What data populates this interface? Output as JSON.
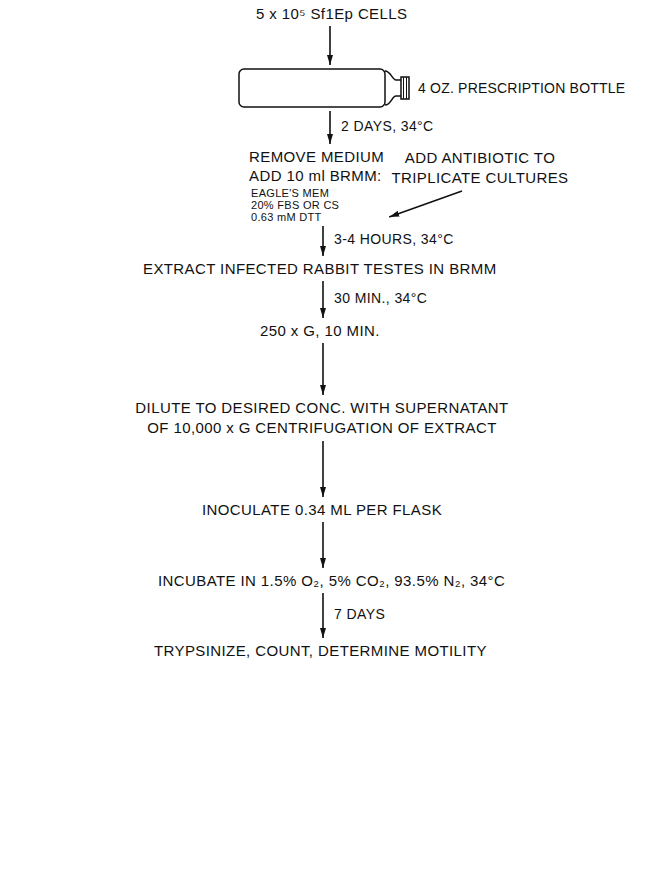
{
  "diagram": {
    "nodes": [
      {
        "text": [
          "5 x 10⁵ Sf1Ep CELLS"
        ]
      },
      {
        "text": [
          "4 OZ. PRESCRIPTION BOTTLE"
        ]
      },
      {
        "text": [
          "REMOVE MEDIUM",
          "ADD 10 ml BRMM:",
          "EAGLE'S MEM",
          "20% FBS OR CS",
          "0.63 mM DTT"
        ]
      },
      {
        "text": [
          "ADD ANTIBIOTIC TO TRIPLICATE CULTURES"
        ]
      },
      {
        "text": [
          "EXTRACT INFECTED RABBIT TESTES IN BRMM"
        ]
      },
      {
        "text": [
          "250 x G, 10 MIN."
        ]
      },
      {
        "text": [
          "DILUTE TO DESIRED CONC. WITH SUPERNATANT OF 10,000 x G CENTRIFUGATION OF EXTRACT"
        ]
      },
      {
        "text": [
          "INOCULATE 0.34 ML PER FLASK"
        ]
      },
      {
        "text": [
          "INCUBATE IN 1.5% O₂, 5% CO₂, 93.5% N₂, 34°C"
        ]
      },
      {
        "text": [
          "TRYPSINIZE, COUNT, DETERMINE MOTILITY"
        ]
      }
    ],
    "edges": [
      {
        "from": 0,
        "to": 1,
        "arrow": "to"
      },
      {
        "from": 1,
        "to": 2,
        "label": "2 DAYS, 34°C",
        "arrow": "to"
      },
      {
        "from": 3,
        "to": 2,
        "arrow": "to"
      },
      {
        "from": 2,
        "to": 4,
        "label": "3-4 HOURS, 34°C",
        "arrow": "to"
      },
      {
        "from": 4,
        "to": 5,
        "label": "30 MIN., 34°C",
        "arrow": "to"
      },
      {
        "from": 5,
        "to": 6,
        "arrow": "to"
      },
      {
        "from": 6,
        "to": 7,
        "arrow": "to"
      },
      {
        "from": 7,
        "to": 8,
        "arrow": "to"
      },
      {
        "from": 8,
        "to": 9,
        "label": "7 DAYS",
        "arrow": "to"
      }
    ]
  }
}
